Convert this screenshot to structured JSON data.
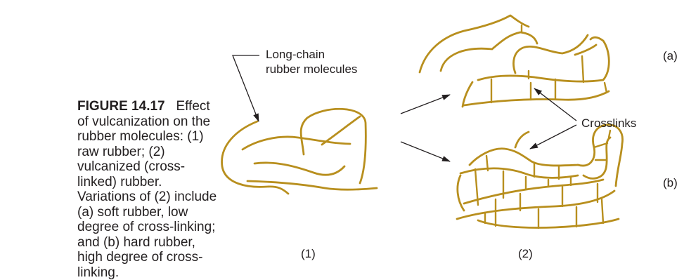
{
  "caption": {
    "label": "FIGURE 14.17",
    "text": "Effect of vulcanization on the rubber molecules: (1) raw rubber; (2) vulcanized (cross-linked) rubber. Variations of (2) include (a) soft rubber, low degree of cross-linking; and (b) hard rubber, high degree of cross-linking."
  },
  "diagram": {
    "molecules_label_line1": "Long-chain",
    "molecules_label_line2": "rubber molecules",
    "crosslinks_label": "Crosslinks",
    "label_1": "(1)",
    "label_2": "(2)",
    "label_a": "(a)",
    "label_b": "(b)",
    "chain_color": "#b88f1e",
    "text_color": "#231f20"
  }
}
